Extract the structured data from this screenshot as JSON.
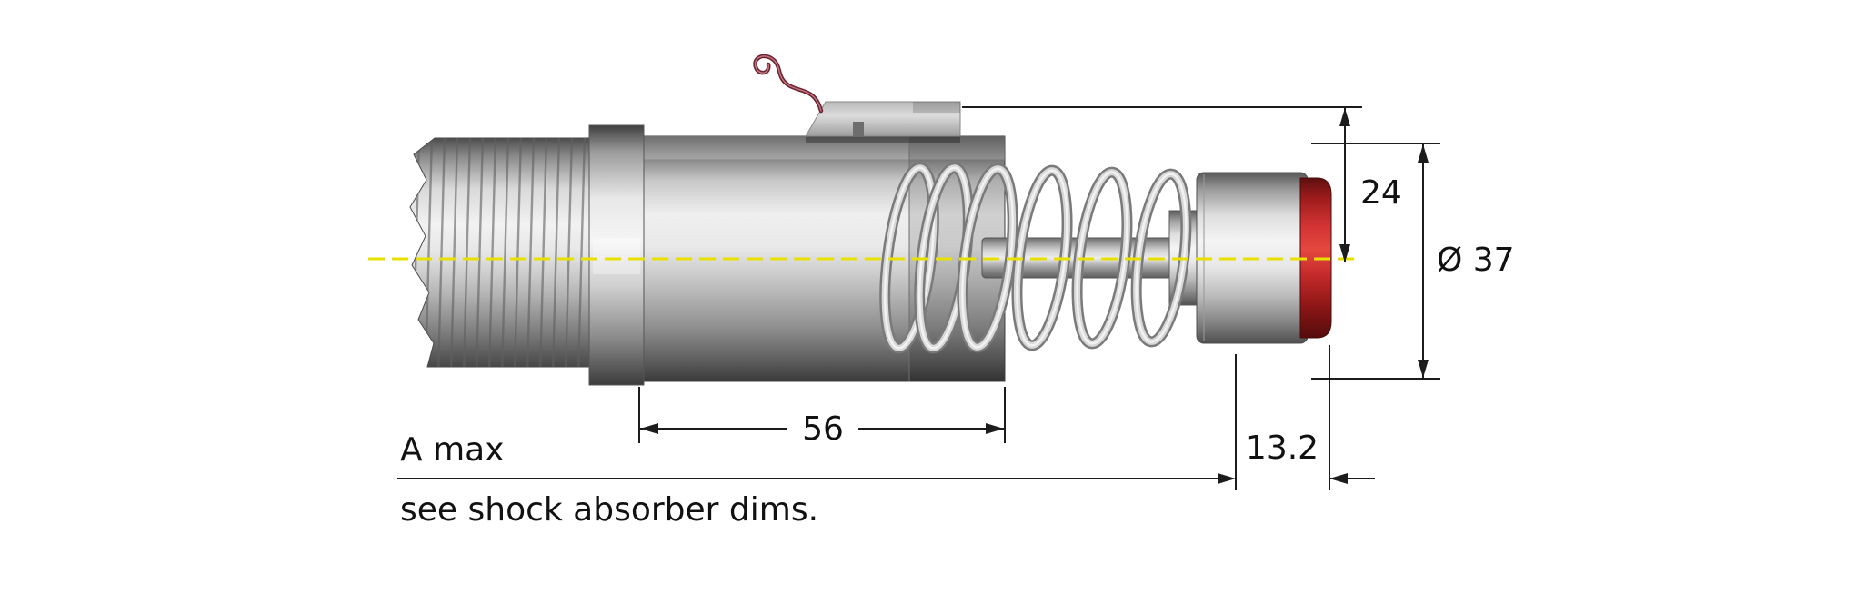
{
  "drawing": {
    "dims": {
      "d24": "24",
      "d37": "Ø 37",
      "d56": "56",
      "d13_2": "13.2"
    },
    "labels": {
      "a_max": "A max",
      "note": "see shock absorber dims."
    },
    "colors": {
      "centerline_yellow": "#e8e100",
      "pad_red": "#c62b2b",
      "dimension_black": "#1c1c1c",
      "metal_light": "#f2f2f2",
      "metal_dark": "#4a4a4a"
    }
  }
}
